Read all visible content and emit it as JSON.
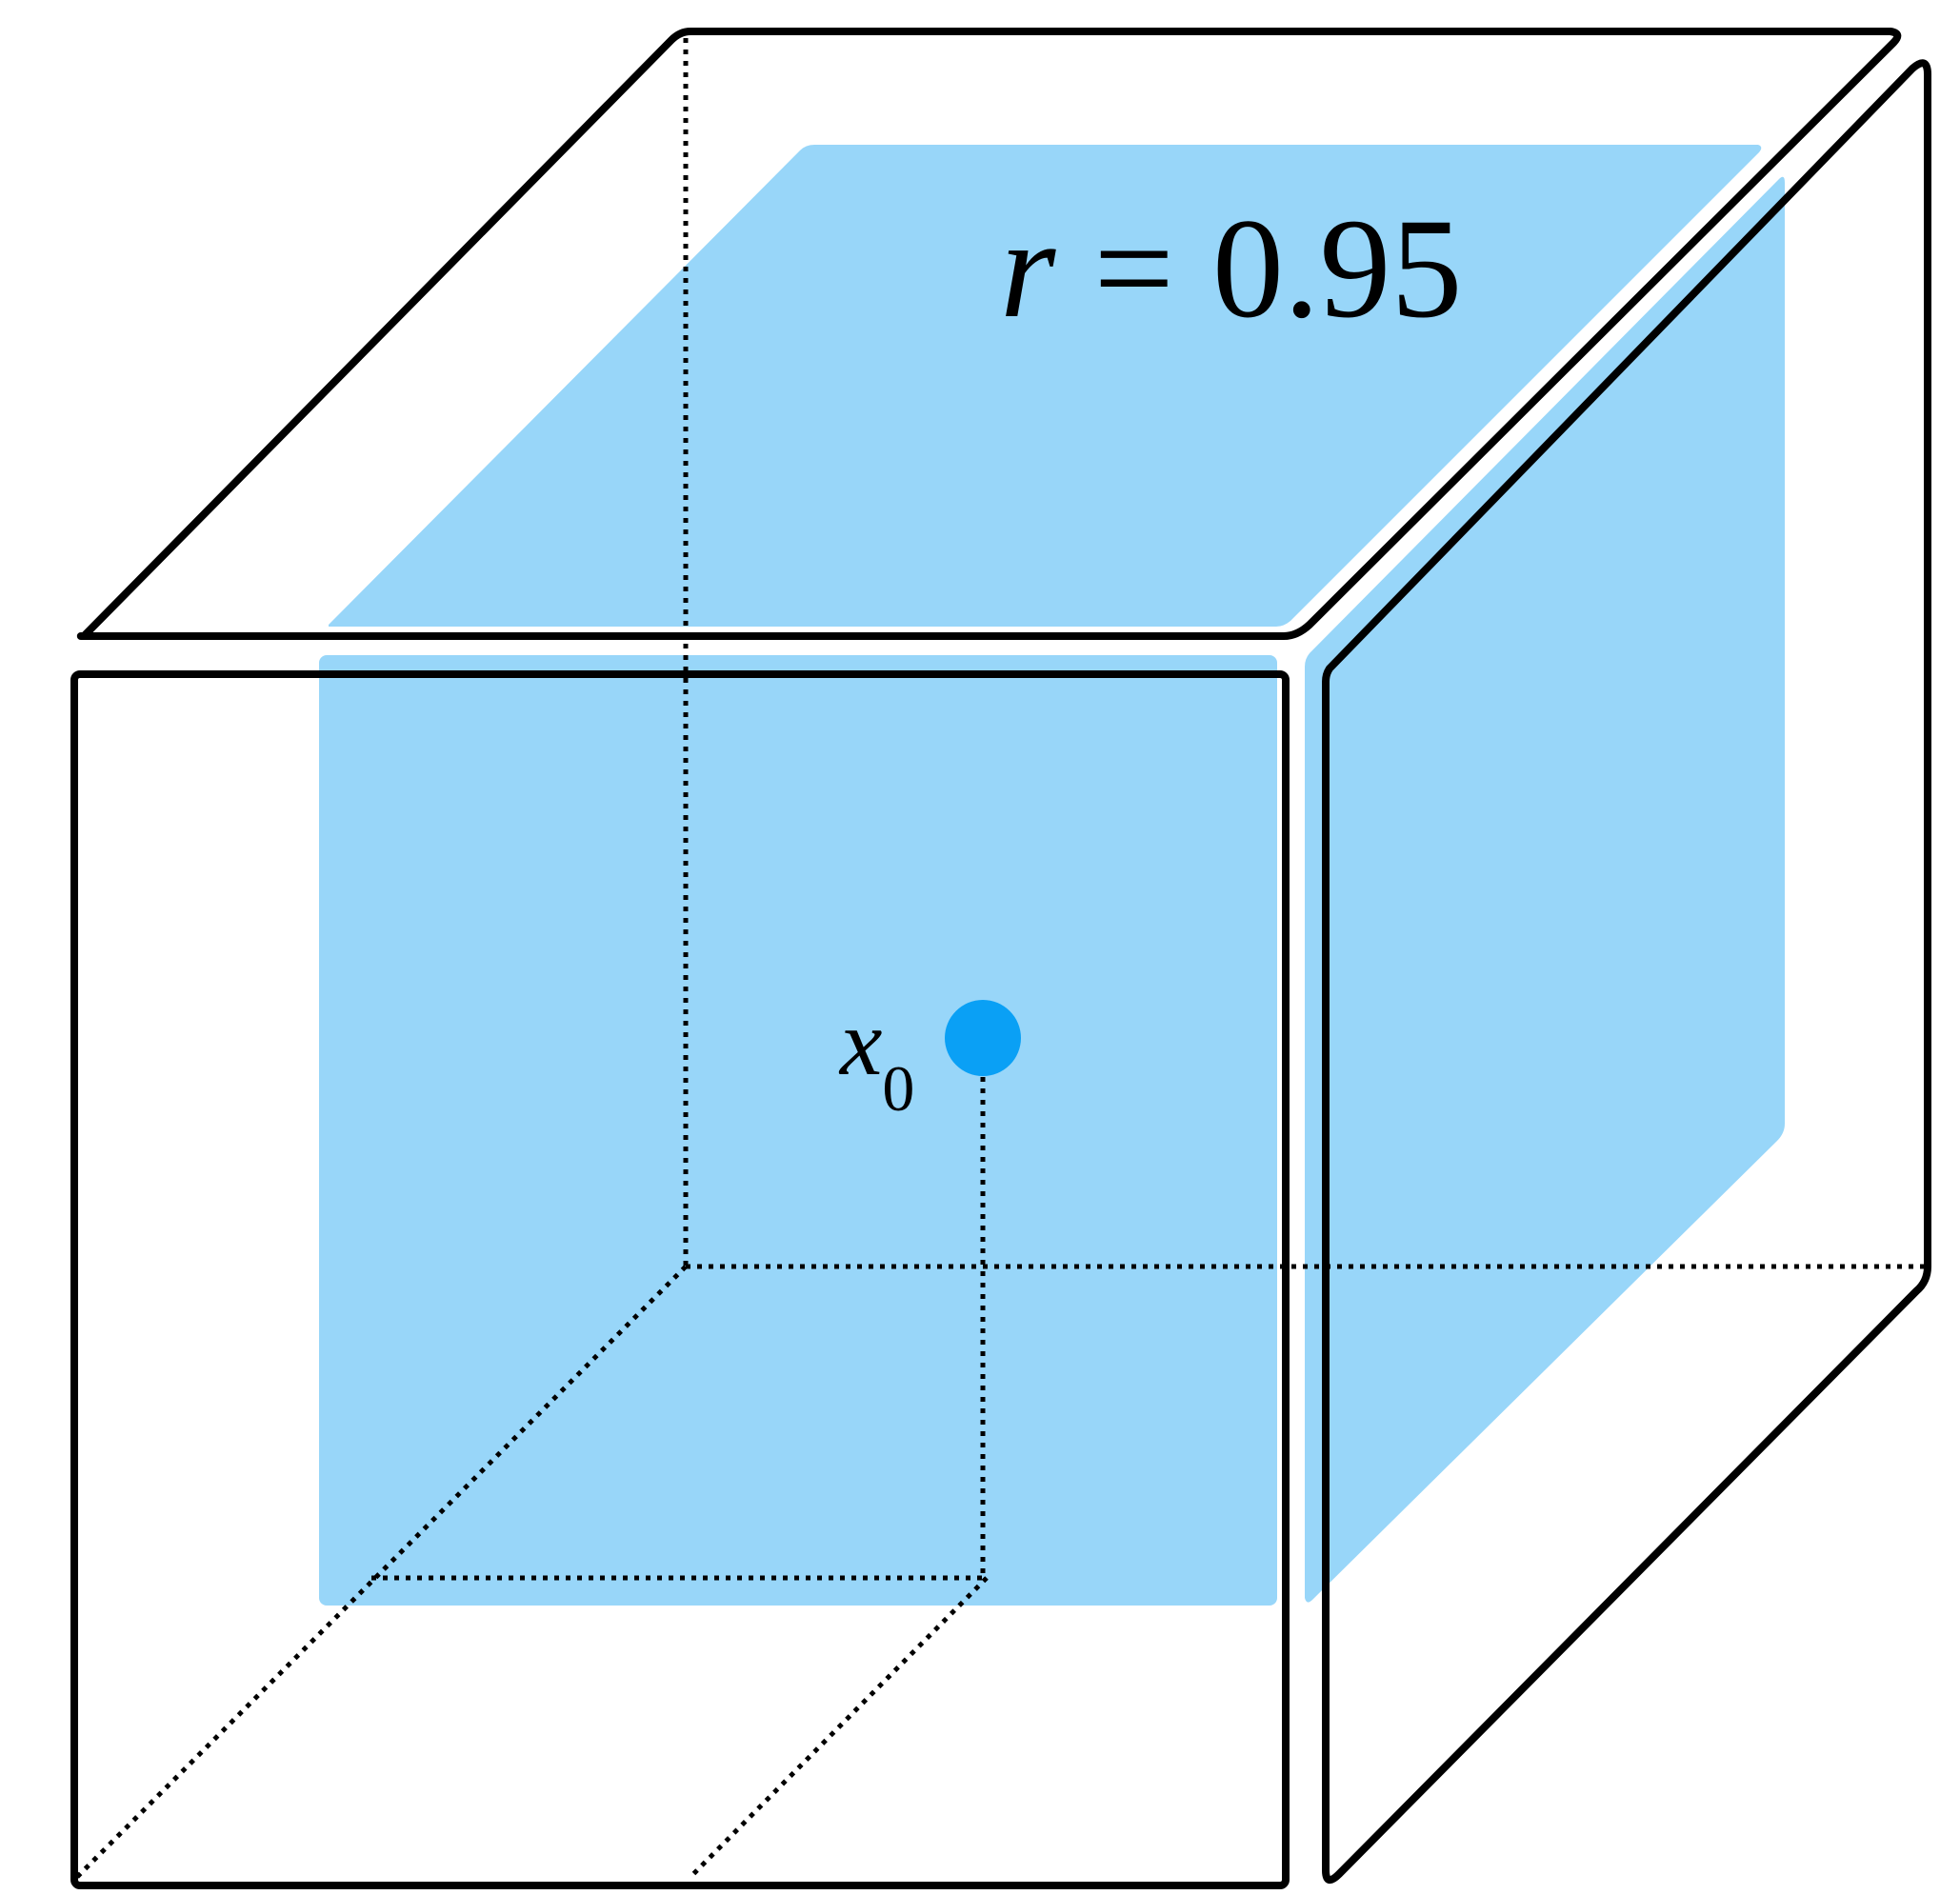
{
  "diagram": {
    "radius_label": {
      "variable": "r",
      "equals": "=",
      "value": "0.95"
    },
    "point_label": {
      "base": "x",
      "subscript": "0"
    },
    "colors": {
      "subcube_fill": "#86cff8",
      "point_fill": "#0aa0f5",
      "edge_stroke": "#000000",
      "background": "#ffffff"
    }
  }
}
